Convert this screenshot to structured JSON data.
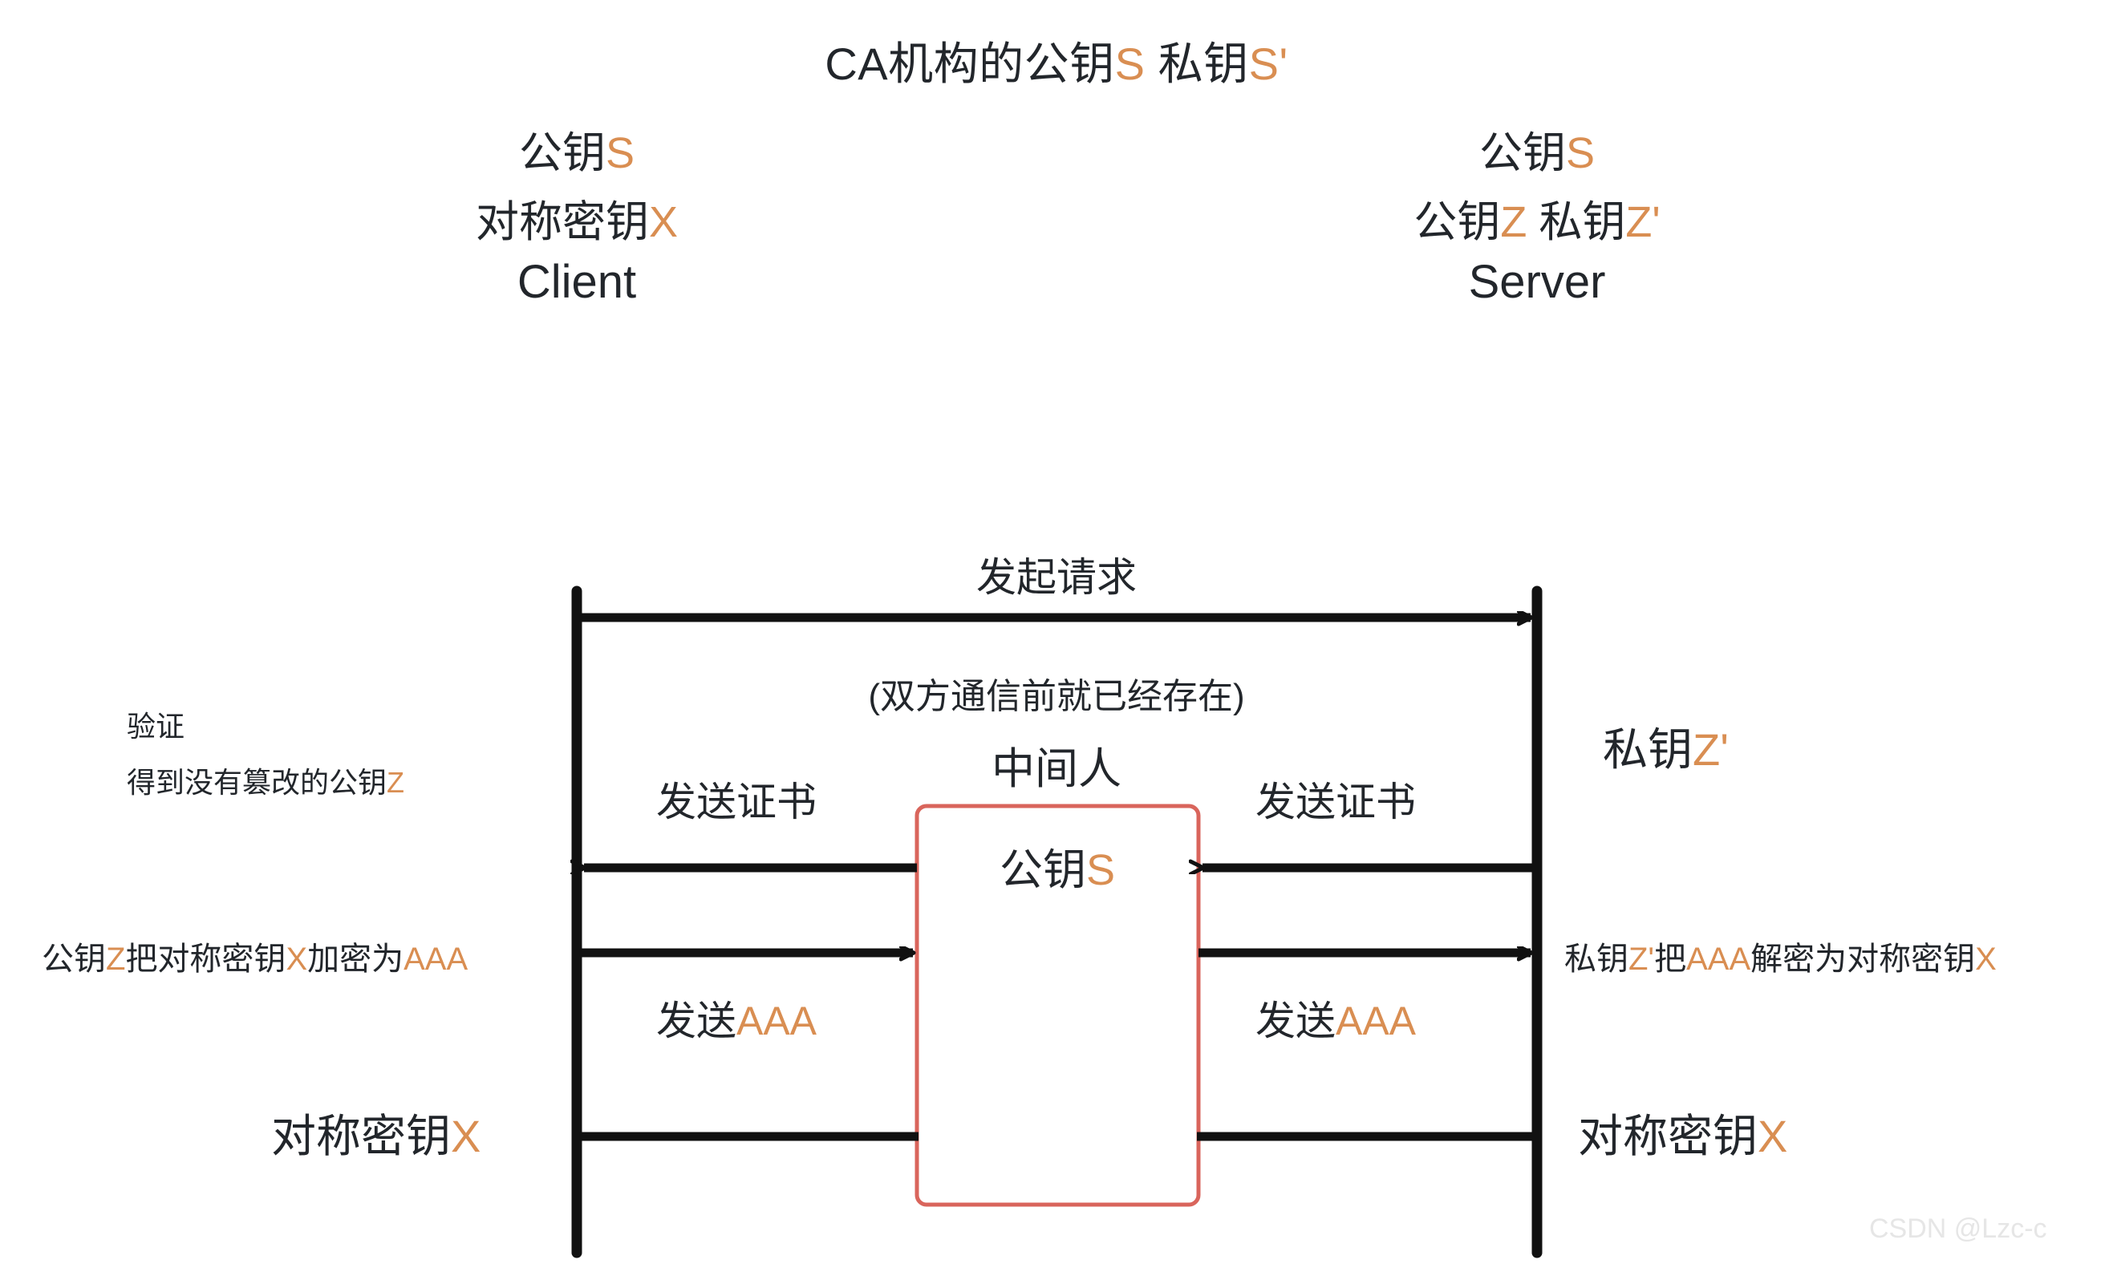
{
  "diagram": {
    "title_prefix": "CA机构的公钥",
    "title_key1": "S",
    "title_mid": " 私钥",
    "title_key2": "S'",
    "colors": {
      "accent_key": "#d98e52",
      "mitm_box_border": "#d9655c",
      "line": "#111111",
      "text": "#22262b",
      "watermark": "#e6e6e6",
      "background": "#ffffff"
    }
  },
  "client": {
    "public_key_prefix": "公钥",
    "public_key_value": "S",
    "sym_key_prefix": "对称密钥",
    "sym_key_value": "X",
    "name": "Client"
  },
  "server": {
    "public_key_prefix": "公钥",
    "public_key_value": "S",
    "keypair_pub_prefix": "公钥",
    "keypair_pub_value": "Z",
    "keypair_priv_prefix": " 私钥",
    "keypair_priv_value": "Z'",
    "name": "Server"
  },
  "messages": {
    "request": "发起请求",
    "note_preexisting": "(双方通信前就已经存在)",
    "mitm_label": "中间人",
    "mitm_box_prefix": "公钥",
    "mitm_box_value": "S",
    "send_cert_left": "发送证书",
    "send_cert_right": "发送证书",
    "send_aaa_left_prefix": "发送",
    "send_aaa_left_value": "AAA",
    "send_aaa_right_prefix": "发送",
    "send_aaa_right_value": "AAA"
  },
  "annotations": {
    "verify_line1": "验证",
    "verify_line2_prefix": "得到没有篡改的公钥",
    "verify_line2_value": "Z",
    "encrypt_p1": "公钥",
    "encrypt_v1": "Z",
    "encrypt_p2": "把对称密钥",
    "encrypt_v2": "X",
    "encrypt_p3": "加密为",
    "encrypt_v3": "AAA",
    "decrypt_p1": "私钥",
    "decrypt_v1": "Z'",
    "decrypt_p2": "把",
    "decrypt_v2": "AAA",
    "decrypt_p3": "解密为对称密钥",
    "decrypt_v3": "X",
    "server_privkey_prefix": "私钥",
    "server_privkey_value": "Z'",
    "client_symkey_prefix": "对称密钥",
    "client_symkey_value": "X",
    "server_symkey_prefix": "对称密钥",
    "server_symkey_value": "X"
  },
  "watermark": {
    "text": "CSDN @Lzc-c"
  }
}
